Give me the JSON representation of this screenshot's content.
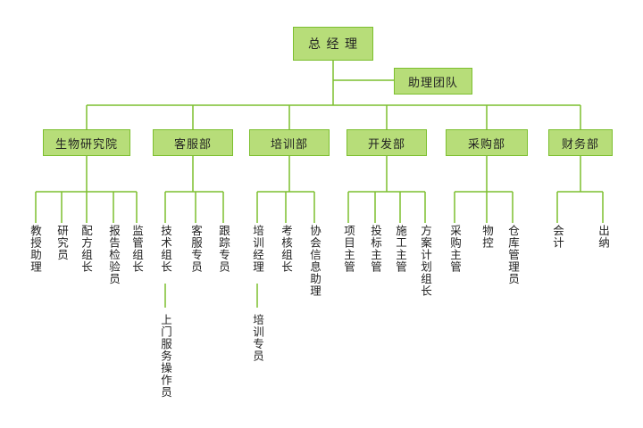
{
  "colors": {
    "line": "#7cbf2e",
    "box_fill": "#b7dd79",
    "box_border": "#7cbf2e"
  },
  "org": {
    "root": "总 经 理",
    "assistant": "助理团队",
    "departments": [
      {
        "name": "生物研究院",
        "roles": [
          "教授助理",
          "研究员",
          "配方组长",
          "报告检验员",
          "监管组长"
        ]
      },
      {
        "name": "客服部",
        "roles": [
          "技术组长",
          "客服专员",
          "跟踪专员"
        ],
        "sub": "上门服务操作员"
      },
      {
        "name": "培训部",
        "roles": [
          "培训经理",
          "考核组长",
          "协会信息助理"
        ],
        "sub": "培训专员"
      },
      {
        "name": "开发部",
        "roles": [
          "项目主管",
          "投标主管",
          "施工主管",
          "方案计划组长"
        ]
      },
      {
        "name": "采购部",
        "roles": [
          "采购主管",
          "物控",
          "仓库管理员"
        ]
      },
      {
        "name": "财务部",
        "roles": [
          "会计",
          "出纳"
        ]
      }
    ]
  }
}
